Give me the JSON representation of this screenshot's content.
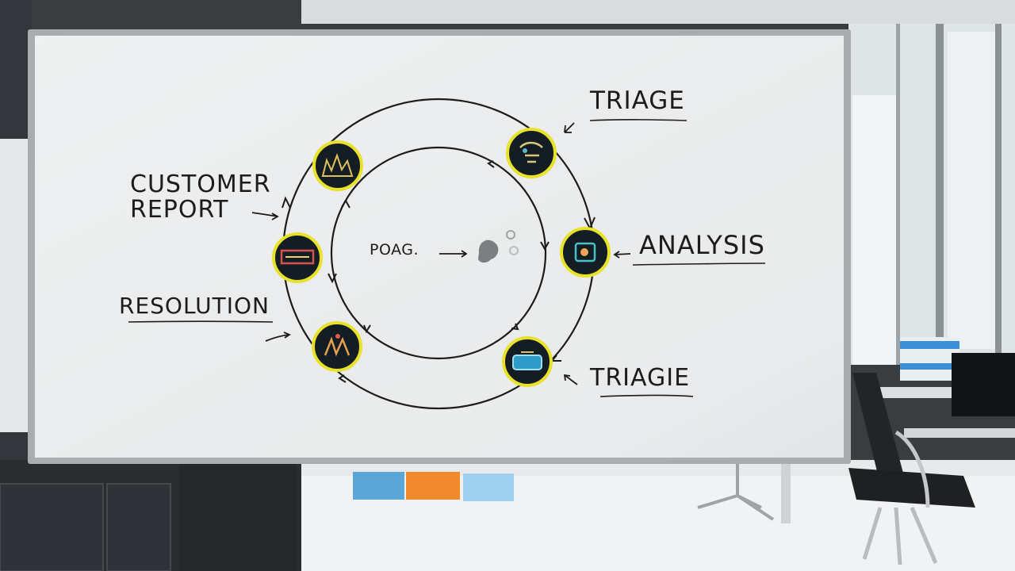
{
  "labels": {
    "triage_top": "TRIAGE",
    "customer_report_line1": "CUSTOMER",
    "customer_report_line2": "REPORT",
    "analysis": "ANALYSIS",
    "resolution": "RESOLUTION",
    "triagie": "TRIAGIE",
    "center": "POAG."
  },
  "colors": {
    "board": "#e9ebec",
    "frame": "#a9adb0",
    "ink": "#1c1c1c",
    "node_ring": "#e8e22a",
    "node_fill": "#141c24"
  },
  "nodes": [
    {
      "icon": "chart-sketch-icon"
    },
    {
      "icon": "triage-figure-icon"
    },
    {
      "icon": "analysis-figure-icon"
    },
    {
      "icon": "bug-report-icon"
    },
    {
      "icon": "resolution-figure-icon"
    },
    {
      "icon": "monitor-device-icon"
    }
  ]
}
